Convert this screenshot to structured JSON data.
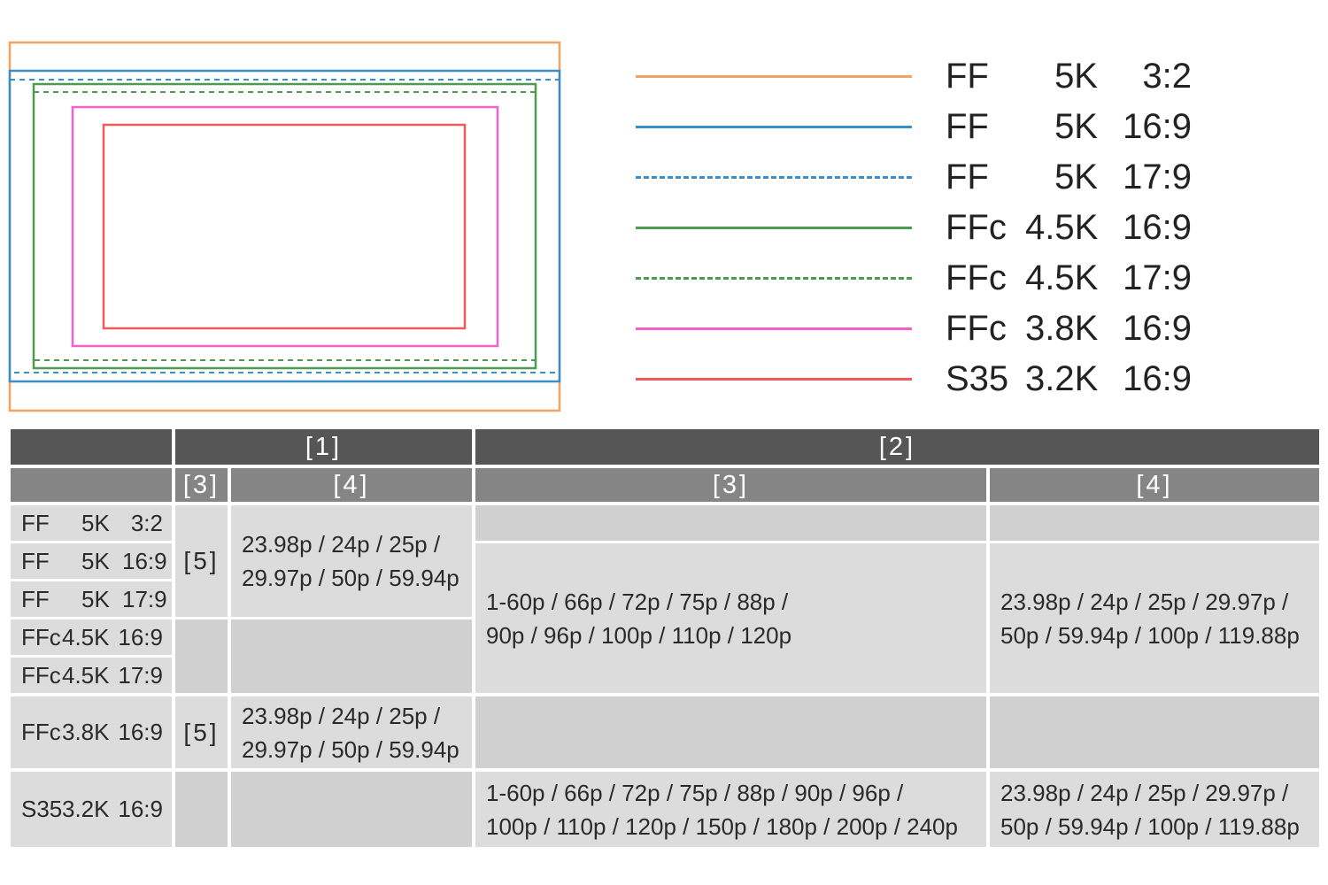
{
  "legend": [
    {
      "format": "FF",
      "resolution": "5K",
      "aspect": "3:2",
      "color": "#f4a261",
      "dashed": false
    },
    {
      "format": "FF",
      "resolution": "5K",
      "aspect": "16:9",
      "color": "#3b8ec8",
      "dashed": false
    },
    {
      "format": "FF",
      "resolution": "5K",
      "aspect": "17:9",
      "color": "#3b8ec8",
      "dashed": true
    },
    {
      "format": "FFc",
      "resolution": "4.5K",
      "aspect": "16:9",
      "color": "#4e9a4e",
      "dashed": false
    },
    {
      "format": "FFc",
      "resolution": "4.5K",
      "aspect": "17:9",
      "color": "#4e9a4e",
      "dashed": true
    },
    {
      "format": "FFc",
      "resolution": "3.8K",
      "aspect": "16:9",
      "color": "#f062c8",
      "dashed": false
    },
    {
      "format": "S35",
      "resolution": "3.2K",
      "aspect": "16:9",
      "color": "#f05a5a",
      "dashed": false
    }
  ],
  "table": {
    "header1": {
      "col1": "[1]",
      "col2": "[2]"
    },
    "header2": {
      "c1a": "[3]",
      "c1b": "[4]",
      "c2a": "[3]",
      "c2b": "[4]"
    },
    "row_labels": [
      {
        "format": "FF",
        "resolution": "5K",
        "aspect": "3:2"
      },
      {
        "format": "FF",
        "resolution": "5K",
        "aspect": "16:9"
      },
      {
        "format": "FF",
        "resolution": "5K",
        "aspect": "17:9"
      },
      {
        "format": "FFc",
        "resolution": "4.5K",
        "aspect": "16:9"
      },
      {
        "format": "FFc",
        "resolution": "4.5K",
        "aspect": "17:9"
      },
      {
        "format": "FFc",
        "resolution": "3.8K",
        "aspect": "16:9"
      },
      {
        "format": "S35",
        "resolution": "3.2K",
        "aspect": "16:9"
      }
    ],
    "mark5": "[5]",
    "rates_24_60": "23.98p / 24p / 25p /\n29.97p / 50p / 59.94p",
    "rates_sq_120": "1-60p / 66p / 72p / 75p / 88p /\n90p / 96p / 100p / 110p / 120p",
    "rates_hfr_120": "23.98p / 24p / 25p / 29.97p /\n50p / 59.94p / 100p / 119.88p",
    "rates_sq_240": "1-60p / 66p / 72p / 75p / 88p / 90p / 96p /\n100p / 110p / 120p / 150p / 180p / 200p / 240p",
    "rates_hfr_s35": "23.98p / 24p / 25p / 29.97p /\n50p / 59.94p / 100p / 119.88p"
  }
}
